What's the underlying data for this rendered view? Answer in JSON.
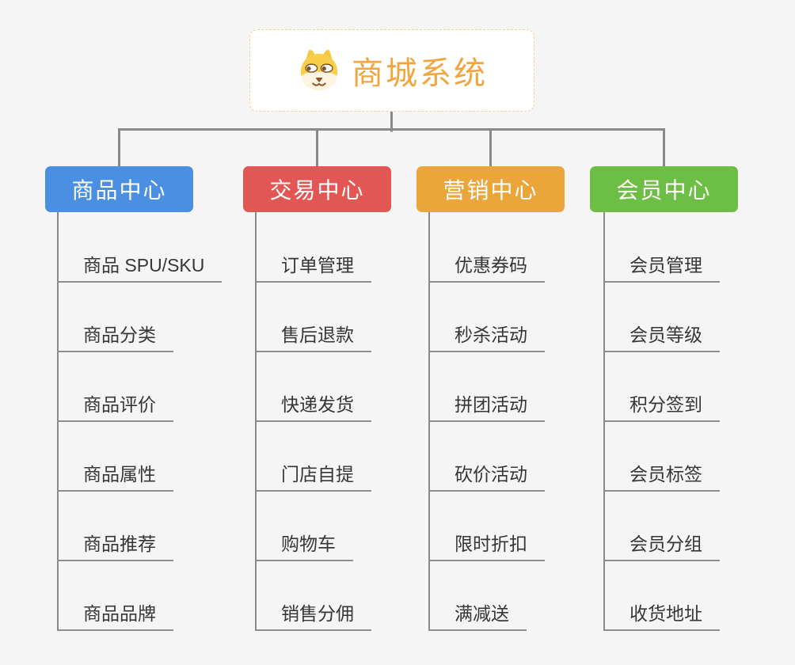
{
  "root": {
    "title": "商城系统",
    "icon": "dog-face-icon"
  },
  "branches": [
    {
      "label": "商品中心",
      "color": "#4a8fe2",
      "children": [
        "商品 SPU/SKU",
        "商品分类",
        "商品评价",
        "商品属性",
        "商品推荐",
        "商品品牌"
      ]
    },
    {
      "label": "交易中心",
      "color": "#e25754",
      "children": [
        "订单管理",
        "售后退款",
        "快递发货",
        "门店自提",
        "购物车",
        "销售分佣"
      ]
    },
    {
      "label": "营销中心",
      "color": "#eba63b",
      "children": [
        "优惠券码",
        "秒杀活动",
        "拼团活动",
        "砍价活动",
        "限时折扣",
        "满减送"
      ]
    },
    {
      "label": "会员中心",
      "color": "#6cbe45",
      "children": [
        "会员管理",
        "会员等级",
        "积分签到",
        "会员标签",
        "会员分组",
        "收货地址"
      ]
    }
  ],
  "theme": {
    "background": "#f5f5f5",
    "root_text_color": "#f2a53c",
    "root_border_color": "#f6ce93",
    "connector_color": "#898989",
    "leaf_line_color": "#8e8e8e",
    "leaf_text_color": "#363636"
  }
}
